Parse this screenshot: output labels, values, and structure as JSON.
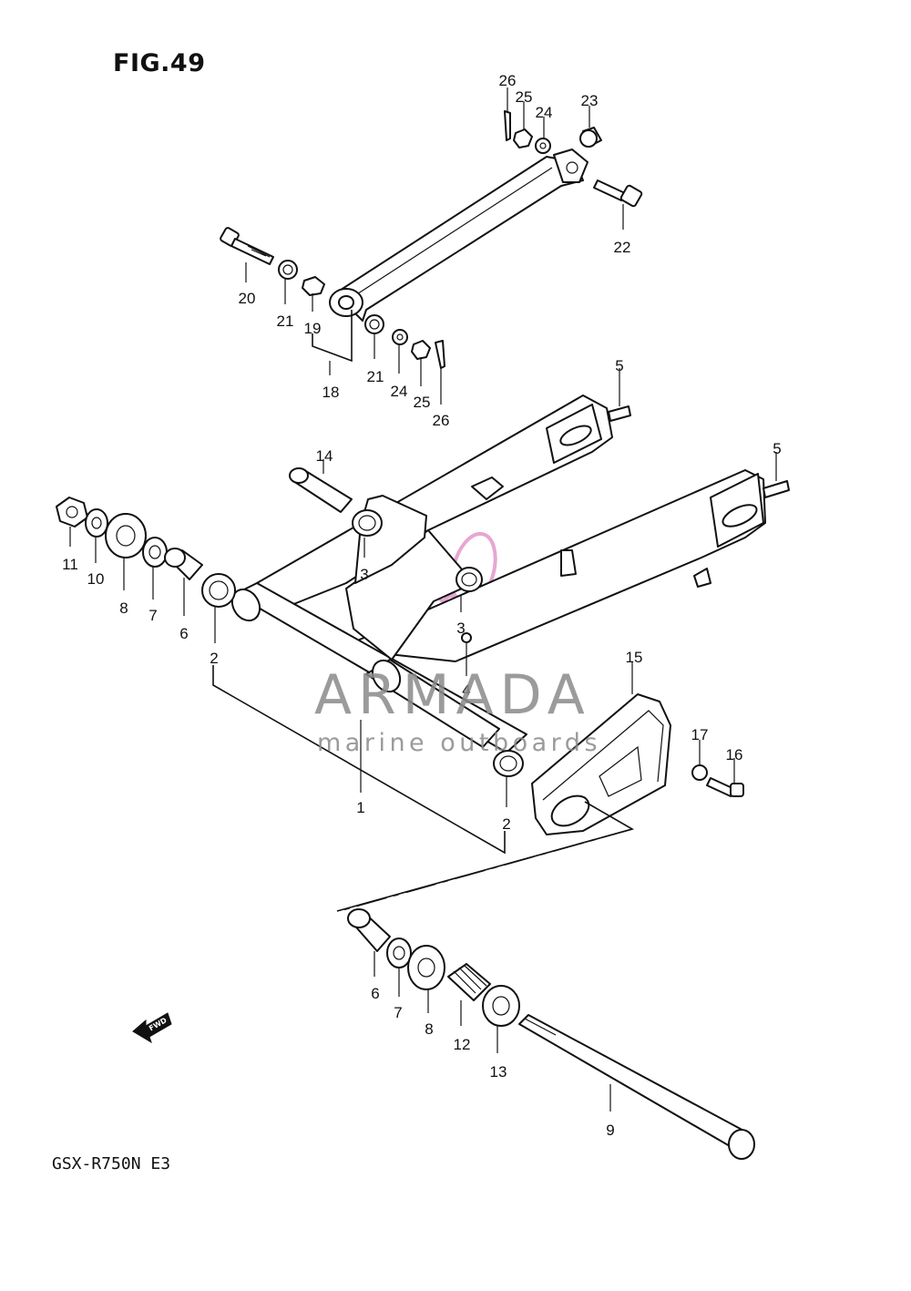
{
  "figure": {
    "title": "FIG.49",
    "model": "GSX-R750N E3"
  },
  "watermark": {
    "brand": "ARMADA",
    "tagline": "marine outboards",
    "color": "#e7a6d3"
  },
  "fwd": {
    "label": "FWD"
  },
  "callouts": [
    {
      "id": "c26a",
      "label": "26"
    },
    {
      "id": "c25a",
      "label": "25"
    },
    {
      "id": "c24a",
      "label": "24"
    },
    {
      "id": "c23",
      "label": "23"
    },
    {
      "id": "c22",
      "label": "22"
    },
    {
      "id": "c20",
      "label": "20"
    },
    {
      "id": "c21a",
      "label": "21"
    },
    {
      "id": "c19",
      "label": "19"
    },
    {
      "id": "c18",
      "label": "18"
    },
    {
      "id": "c21b",
      "label": "21"
    },
    {
      "id": "c24b",
      "label": "24"
    },
    {
      "id": "c25b",
      "label": "25"
    },
    {
      "id": "c26b",
      "label": "26"
    },
    {
      "id": "c5a",
      "label": "5"
    },
    {
      "id": "c5b",
      "label": "5"
    },
    {
      "id": "c14",
      "label": "14"
    },
    {
      "id": "c11",
      "label": "11"
    },
    {
      "id": "c10",
      "label": "10"
    },
    {
      "id": "c8a",
      "label": "8"
    },
    {
      "id": "c7a",
      "label": "7"
    },
    {
      "id": "c6a",
      "label": "6"
    },
    {
      "id": "c2a",
      "label": "2"
    },
    {
      "id": "c3a",
      "label": "3"
    },
    {
      "id": "c3b",
      "label": "3"
    },
    {
      "id": "c4",
      "label": "4"
    },
    {
      "id": "c1",
      "label": "1"
    },
    {
      "id": "c2b",
      "label": "2"
    },
    {
      "id": "c15",
      "label": "15"
    },
    {
      "id": "c17",
      "label": "17"
    },
    {
      "id": "c16",
      "label": "16"
    },
    {
      "id": "c6b",
      "label": "6"
    },
    {
      "id": "c7b",
      "label": "7"
    },
    {
      "id": "c8b",
      "label": "8"
    },
    {
      "id": "c12",
      "label": "12"
    },
    {
      "id": "c13",
      "label": "13"
    },
    {
      "id": "c9",
      "label": "9"
    }
  ]
}
